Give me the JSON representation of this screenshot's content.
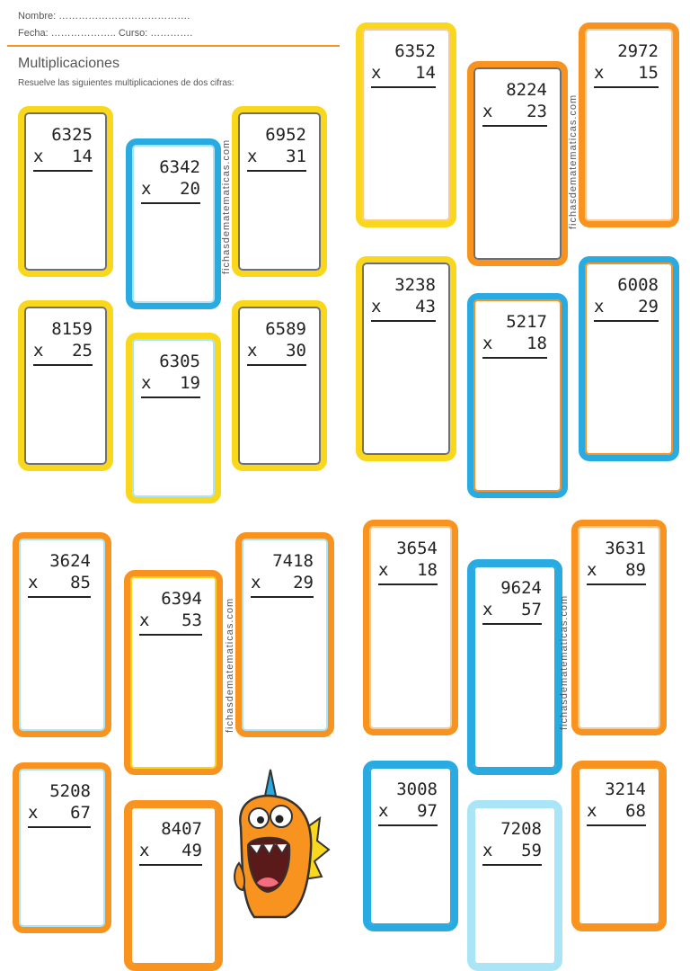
{
  "header": {
    "nombre": "Nombre: ………………………………….",
    "fecha": "Fecha: ……………….. Curso: ………….",
    "title": "Multiplicaciones",
    "instructions": "Resuelve las siguientes multiplicaciones de dos cifras:"
  },
  "watermark": "fichasdematematicas.com",
  "cards": [
    {
      "top": "6325",
      "bottom": "14"
    },
    {
      "top": "6342",
      "bottom": "20"
    },
    {
      "top": "6952",
      "bottom": "31"
    },
    {
      "top": "8159",
      "bottom": "25"
    },
    {
      "top": "6305",
      "bottom": "19"
    },
    {
      "top": "6589",
      "bottom": "30"
    },
    {
      "top": "6352",
      "bottom": "14"
    },
    {
      "top": "8224",
      "bottom": "23"
    },
    {
      "top": "2972",
      "bottom": "15"
    },
    {
      "top": "3238",
      "bottom": "43"
    },
    {
      "top": "5217",
      "bottom": "18"
    },
    {
      "top": "6008",
      "bottom": "29"
    },
    {
      "top": "3624",
      "bottom": "85"
    },
    {
      "top": "6394",
      "bottom": "53"
    },
    {
      "top": "7418",
      "bottom": "29"
    },
    {
      "top": "5208",
      "bottom": "67"
    },
    {
      "top": "8407",
      "bottom": "49"
    },
    {
      "top": "3654",
      "bottom": "18"
    },
    {
      "top": "9624",
      "bottom": "57"
    },
    {
      "top": "3631",
      "bottom": "89"
    },
    {
      "top": "3008",
      "bottom": "97"
    },
    {
      "top": "7208",
      "bottom": "59"
    },
    {
      "top": "3214",
      "bottom": "68"
    }
  ],
  "multiply_sign": "x",
  "colors": {
    "orange": "#f7931e",
    "yellow": "#f9d71c",
    "blue": "#29abe2",
    "grey": "#6d6e71",
    "lightblue": "#a9e5f7",
    "peach": "#fbc98e"
  }
}
